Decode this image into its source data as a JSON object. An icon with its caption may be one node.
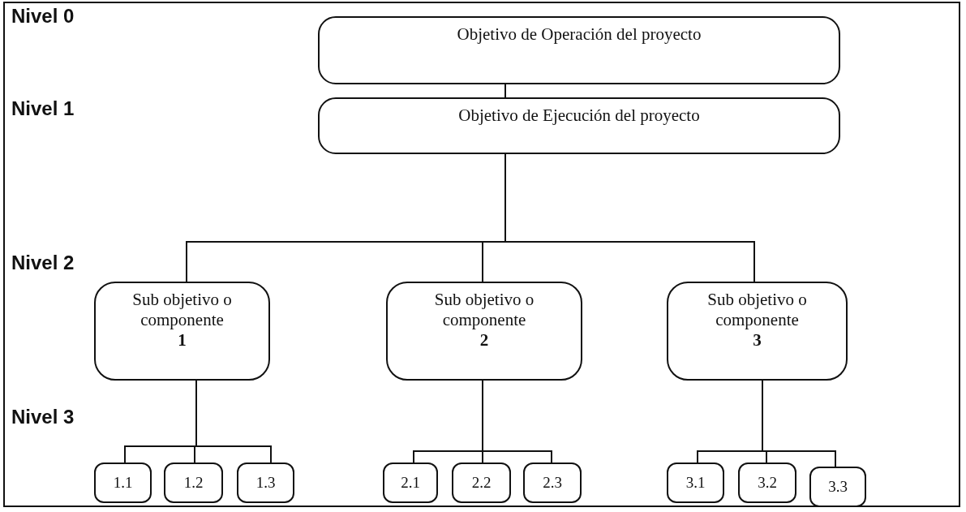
{
  "diagram": {
    "nodes": [
      {
        "text": [
          "Objetivo de Operación del proyecto"
        ]
      },
      {
        "text": [
          "Objetivo de Ejecución del proyecto"
        ]
      },
      {
        "text": [
          "Sub objetivo o componente",
          "1"
        ]
      },
      {
        "text": [
          "Sub objetivo o componente",
          "2"
        ]
      },
      {
        "text": [
          "Sub objetivo o componente",
          "3"
        ]
      },
      {
        "text": [
          "1.1"
        ]
      },
      {
        "text": [
          "1.2"
        ]
      },
      {
        "text": [
          "1.3"
        ]
      },
      {
        "text": [
          "2.1"
        ]
      },
      {
        "text": [
          "2.2"
        ]
      },
      {
        "text": [
          "2.3"
        ]
      },
      {
        "text": [
          "3.1"
        ]
      },
      {
        "text": [
          "3.2"
        ]
      },
      {
        "text": [
          "3.3"
        ]
      }
    ],
    "edges": [
      {
        "from": 0,
        "to": 1,
        "arrow": "none"
      },
      {
        "from": 1,
        "to": 2,
        "arrow": "none"
      },
      {
        "from": 1,
        "to": 3,
        "arrow": "none"
      },
      {
        "from": 1,
        "to": 4,
        "arrow": "none"
      },
      {
        "from": 2,
        "to": 5,
        "arrow": "none"
      },
      {
        "from": 2,
        "to": 6,
        "arrow": "none"
      },
      {
        "from": 2,
        "to": 7,
        "arrow": "none"
      },
      {
        "from": 3,
        "to": 8,
        "arrow": "none"
      },
      {
        "from": 3,
        "to": 9,
        "arrow": "none"
      },
      {
        "from": 3,
        "to": 10,
        "arrow": "none"
      },
      {
        "from": 4,
        "to": 11,
        "arrow": "none"
      },
      {
        "from": 4,
        "to": 12,
        "arrow": "none"
      },
      {
        "from": 4,
        "to": 13,
        "arrow": "none"
      }
    ],
    "labels": [
      "Nivel 0",
      "Nivel 1",
      "Nivel 2",
      "Nivel 3"
    ]
  }
}
